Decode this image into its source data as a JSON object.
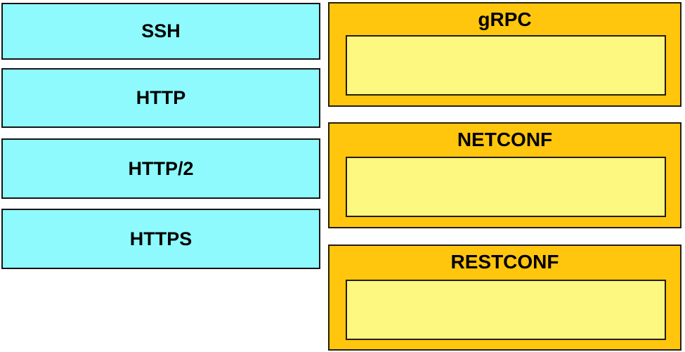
{
  "question": {
    "sources": [
      {
        "label": "SSH"
      },
      {
        "label": "HTTP"
      },
      {
        "label": "HTTP/2"
      },
      {
        "label": "HTTPS"
      }
    ],
    "targets": [
      {
        "title": "gRPC",
        "slot_value": ""
      },
      {
        "title": "NETCONF",
        "slot_value": ""
      },
      {
        "title": "RESTCONF",
        "slot_value": ""
      }
    ]
  },
  "colors": {
    "source_fill": "#8EFAFD",
    "target_fill": "#FFC60D",
    "slot_fill": "#FDF880",
    "border": "#1C1810",
    "text": "#000000"
  }
}
